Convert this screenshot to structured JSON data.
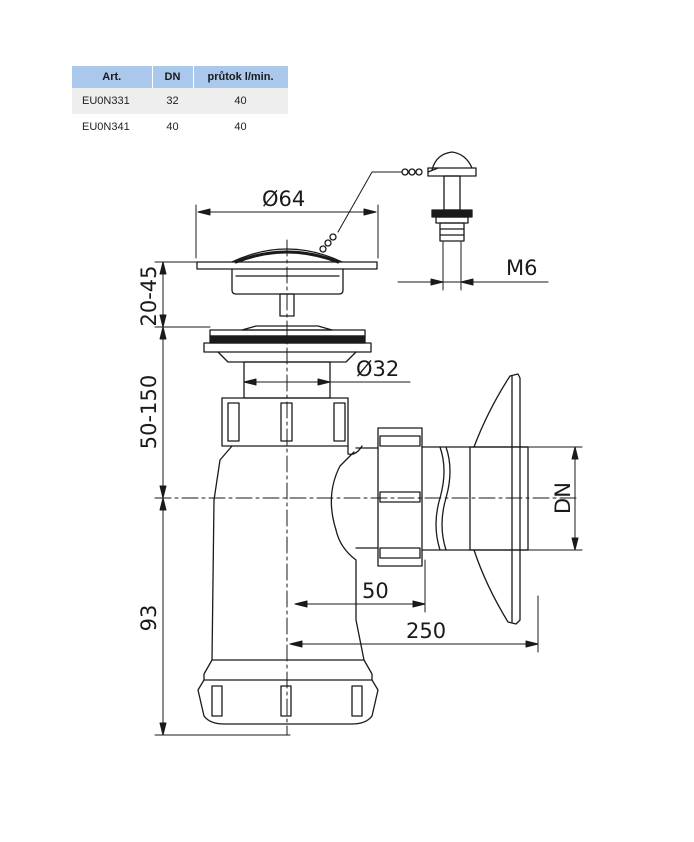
{
  "table": {
    "headers": [
      "Art.",
      "DN",
      "průtok l/min."
    ],
    "rows": [
      [
        "EU0N331",
        "32",
        "40"
      ],
      [
        "EU0N341",
        "40",
        "40"
      ]
    ]
  },
  "dimensions": {
    "diameter_top": "Ø64",
    "thread": "M6",
    "diameter_pipe": "Ø32",
    "range_upper": "20-45",
    "range_middle": "50-150",
    "height_lower": "93",
    "outlet_offset": "50",
    "total_length": "250",
    "outlet_size": "DN"
  },
  "colors": {
    "header_bg": "#a9c8ec",
    "row_alt_bg": "#eeeeee",
    "line": "#1a1a1a"
  }
}
